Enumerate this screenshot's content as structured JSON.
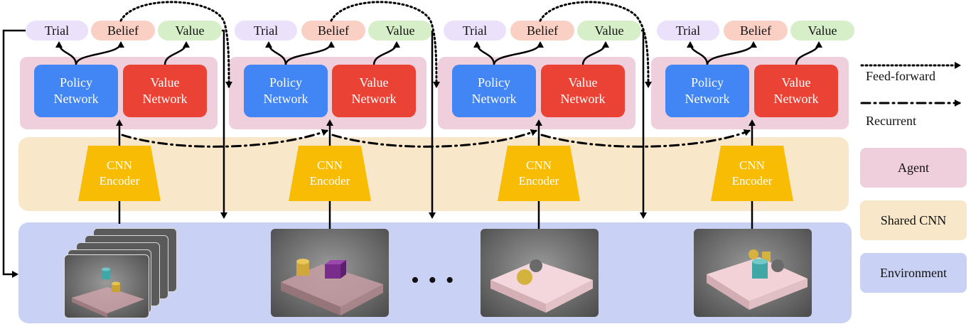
{
  "pills": {
    "trial": "Trial",
    "belief": "Belief",
    "value": "Value"
  },
  "networks": {
    "policy": "Policy\nNetwork",
    "value": "Value\nNetwork"
  },
  "encoder": "CNN\nEncoder",
  "ellipsis": "• • •",
  "legend": {
    "feed_forward": "Feed-forward",
    "recurrent": "Recurrent",
    "agent": "Agent",
    "shared_cnn": "Shared CNN",
    "environment": "Environment"
  },
  "colors": {
    "policy_network": "#4285f4",
    "value_network": "#ea4335",
    "cnn_encoder": "#f9bc05",
    "agent_band": "#f0cfdc",
    "shared_cnn_band": "#f8e7c9",
    "environment_band": "#c9d2f5",
    "trial_pill": "#ebe1fb",
    "belief_pill": "#fad0c4",
    "value_pill": "#d7efc9"
  }
}
